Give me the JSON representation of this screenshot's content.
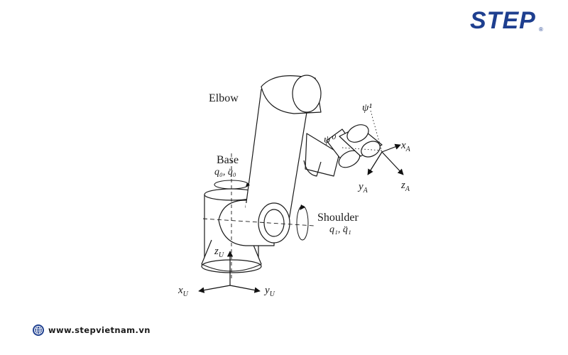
{
  "brand": {
    "logo_text": "STEP",
    "registered_mark": "®",
    "brand_color": "#1e3f8f"
  },
  "diagram": {
    "labels": {
      "elbow": "Elbow",
      "base": "Base",
      "base_vars": "q₀, q̈₀",
      "shoulder": "Shoulder",
      "shoulder_vars": "q₁, q̈₁",
      "psi0": "ψ⁰",
      "psi1": "ψ¹",
      "x_a": "x",
      "x_a_sub": "A",
      "y_a": "y",
      "y_a_sub": "A",
      "z_a": "z",
      "z_a_sub": "A",
      "x_u": "x",
      "x_u_sub": "U",
      "y_u": "y",
      "y_u_sub": "U",
      "z_u": "z",
      "z_u_sub": "U"
    }
  },
  "footer": {
    "website": "www.stepvietnam.vn",
    "icon": "globe-icon"
  }
}
